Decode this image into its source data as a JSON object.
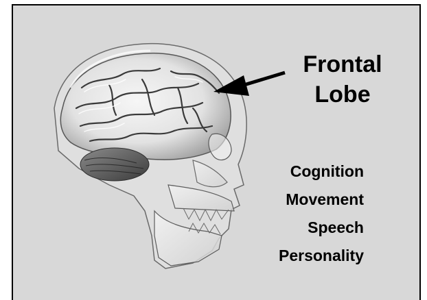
{
  "colors": {
    "panel_background": "#d8d8d8",
    "border": "#000000",
    "text": "#000000",
    "arrow": "#000000"
  },
  "callout": {
    "line1": "Frontal",
    "line2": "Lobe"
  },
  "functions": [
    "Cognition",
    "Movement",
    "Speech",
    "Personality"
  ],
  "illustration": {
    "subject": "translucent human skull with brain, side view"
  }
}
